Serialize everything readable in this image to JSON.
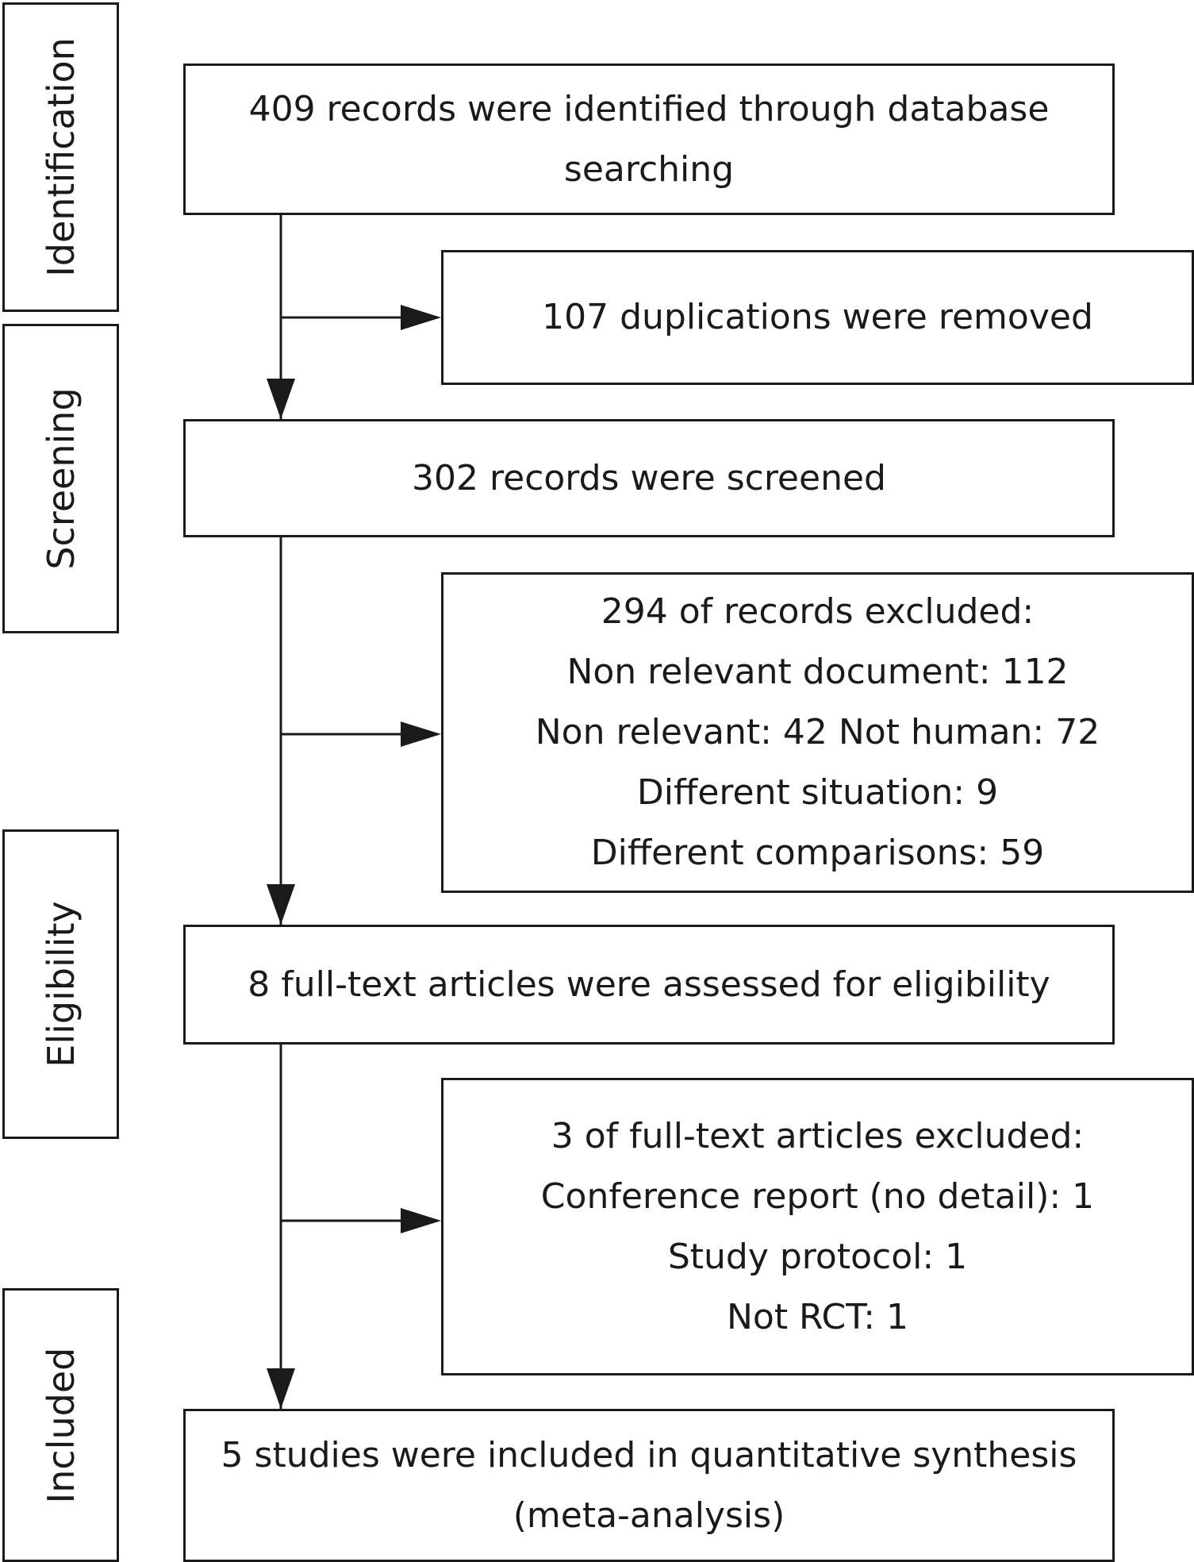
{
  "stages": {
    "identification": "Identification",
    "screening": "Screening",
    "eligibility": "Eligibility",
    "included": "Included"
  },
  "boxes": {
    "identified": [
      "409 records were identified through database",
      "searching"
    ],
    "duplicates": [
      "107 duplications were removed"
    ],
    "screened": [
      "302 records were screened"
    ],
    "excluded_records": [
      "294 of records excluded:",
      "Non relevant document: 112",
      "Non relevant: 42 Not human: 72",
      "Different situation: 9",
      "Different comparisons: 59"
    ],
    "fulltext": [
      "8 full-text articles were assessed for eligibility"
    ],
    "excluded_fulltext": [
      "3 of full-text articles excluded:",
      "Conference report (no detail): 1",
      "Study protocol: 1",
      "Not RCT: 1"
    ],
    "included": [
      "5 studies were included in quantitative synthesis",
      "(meta-analysis)"
    ]
  }
}
